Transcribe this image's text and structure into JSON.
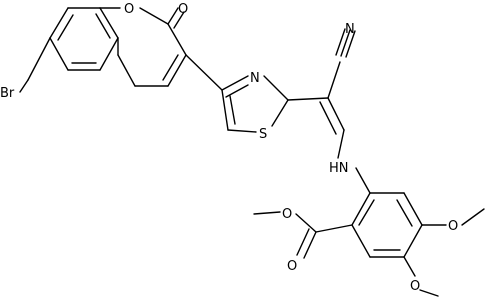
{
  "atom_labels": {
    "br": "Br",
    "o_ring": "O",
    "o_carbonyl_lactone": "O",
    "n_thiazole": "N",
    "s_thiazole": "S",
    "n_nitrile": "N",
    "nh": "HN",
    "o_ester_single": "O",
    "o_ester_carbonyl": "O",
    "o_methoxy_1": "O",
    "o_methoxy_2": "O"
  }
}
